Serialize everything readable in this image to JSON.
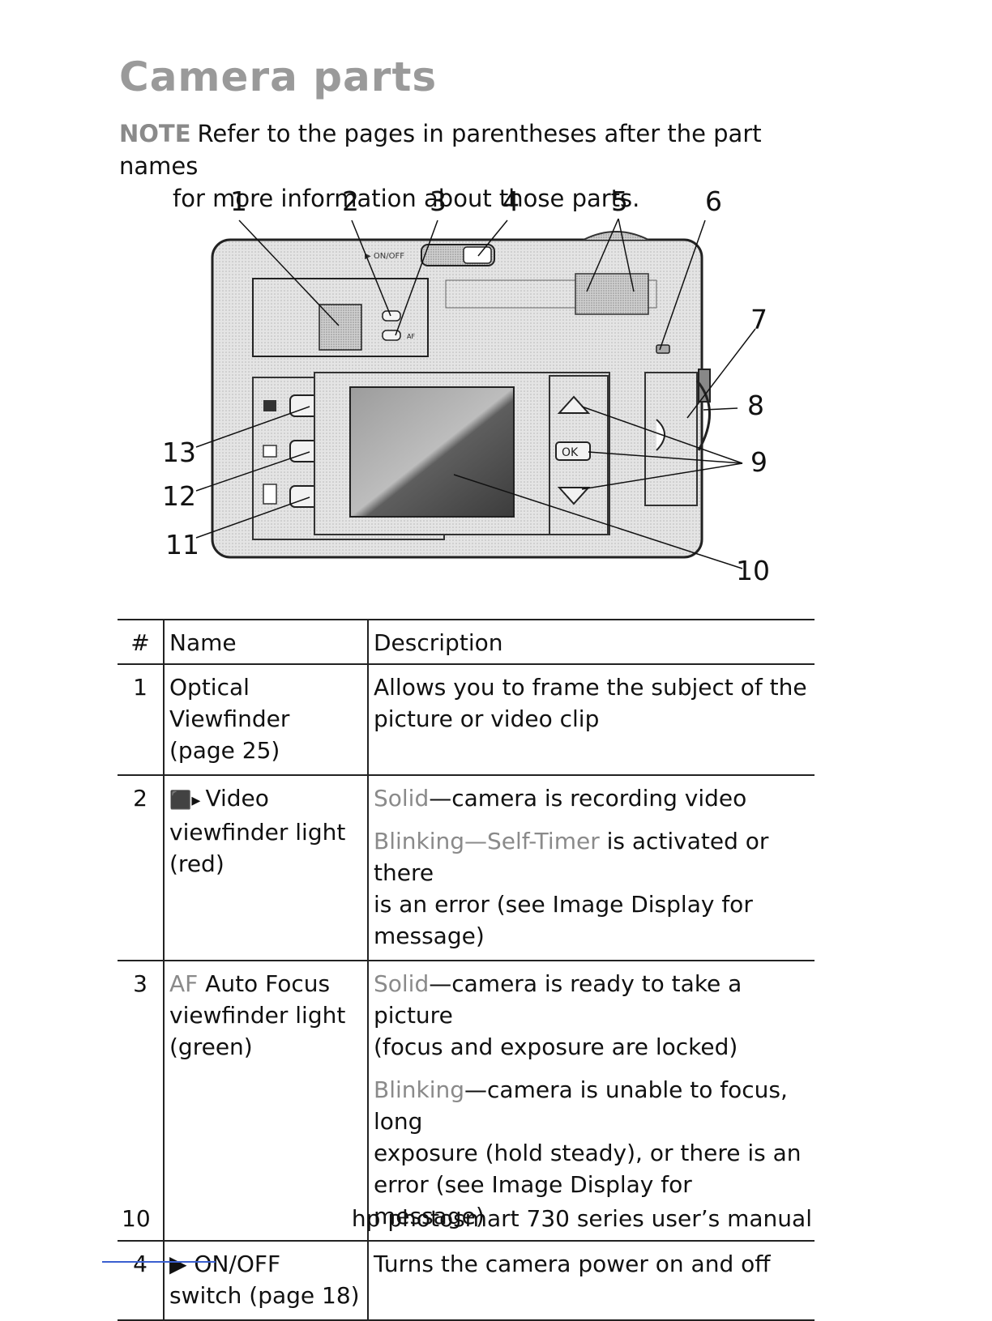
{
  "title": "Camera parts",
  "note": {
    "label": "NOTE",
    "line1": "Refer to the pages in parentheses after the part names",
    "line2": "for more information about those parts."
  },
  "diagram": {
    "callouts": [
      "1",
      "2",
      "3",
      "4",
      "5",
      "6",
      "7",
      "8",
      "9",
      "10",
      "11",
      "12",
      "13"
    ],
    "onoff_label": "▶ ON/OFF",
    "ok_label": "OK",
    "af_label": "AF"
  },
  "table": {
    "headers": [
      "#",
      "Name",
      "Description"
    ],
    "rows": [
      {
        "num": "1",
        "name": [
          "Optical",
          "Viewfinder",
          "(page 25)"
        ],
        "desc": [
          {
            "prefix": "",
            "text": "Allows you to frame the subject of the"
          },
          {
            "prefix": "",
            "text": "picture or video clip"
          }
        ]
      },
      {
        "num": "2",
        "name_glyph": "⬛▸",
        "name": [
          "Video",
          "viewfinder light",
          "(red)"
        ],
        "desc": [
          {
            "prefix": "Solid",
            "text": "—camera is recording video"
          },
          {
            "prefix": "Blinking—Self-Timer",
            "text": " is activated or there"
          },
          {
            "prefix": "",
            "text": "is an error (see Image Display for"
          },
          {
            "prefix": "",
            "text": "message)"
          }
        ]
      },
      {
        "num": "3",
        "name_prefix": "AF",
        "name": [
          "Auto Focus",
          "viewfinder light",
          "(green)"
        ],
        "desc": [
          {
            "prefix": "Solid",
            "text": "—camera is ready to take a picture"
          },
          {
            "prefix": "",
            "text": "(focus and exposure are locked)"
          },
          {
            "prefix": "Blinking",
            "text": "—camera is unable to focus, long"
          },
          {
            "prefix": "",
            "text": "exposure (hold steady), or there is an"
          },
          {
            "prefix": "",
            "text": "error (see Image Display for message)"
          }
        ]
      },
      {
        "num": "4",
        "name": [
          "▶ ON/OFF",
          "switch (page 18)"
        ],
        "desc": [
          {
            "prefix": "",
            "text": "Turns the camera power on and off"
          }
        ]
      }
    ]
  },
  "footer": {
    "page": "10",
    "manual": "hp photosmart 730 series user’s manual"
  }
}
